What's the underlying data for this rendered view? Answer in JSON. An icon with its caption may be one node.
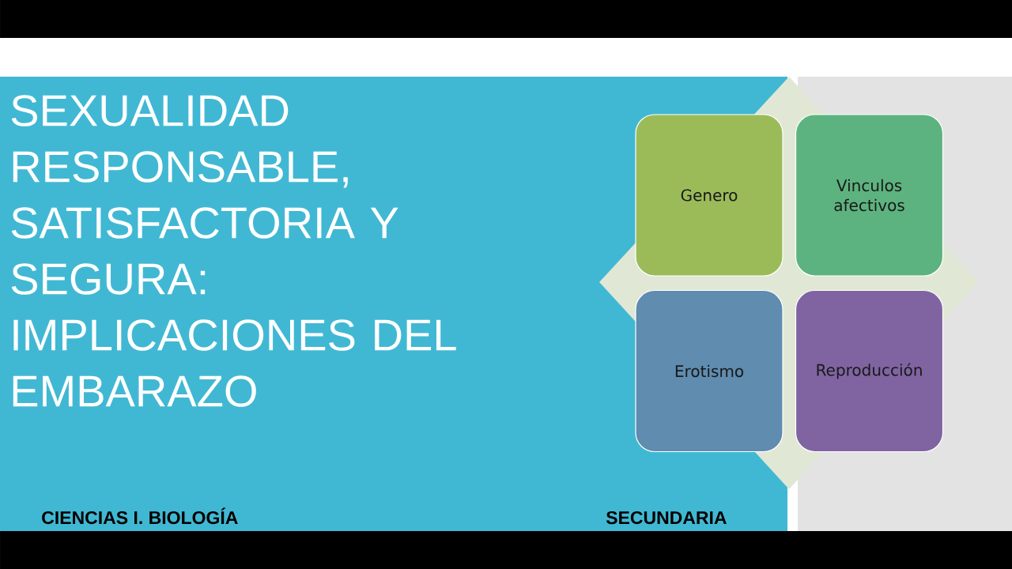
{
  "diagram": {
    "title": "SEXUALIDAD RESPONSABLE, SATISFACTORIA Y SEGURA: IMPLICACIONES DEL EMBARAZO",
    "nodes": [
      {
        "text": [
          "Genero"
        ]
      },
      {
        "text": [
          "Vinculos afectivos"
        ]
      },
      {
        "text": [
          "Erotismo"
        ]
      },
      {
        "text": [
          "Reproducción"
        ]
      }
    ],
    "labels": [
      "CIENCIAS I. BIOLOGÍA",
      "SECUNDARIA"
    ]
  }
}
